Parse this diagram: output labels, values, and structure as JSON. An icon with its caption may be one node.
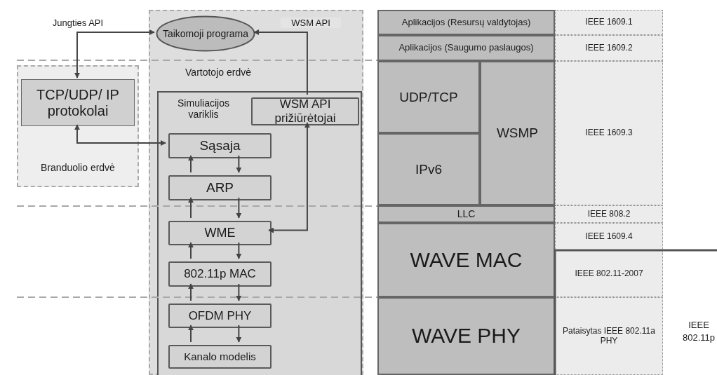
{
  "diagram": {
    "nodes": [
      {
        "text": [
          "Branduolio erdvė"
        ]
      },
      {
        "text": [
          "TCP/UDP/ IP protokolai"
        ],
        "in": 0
      },
      {
        "text": [
          "Vartotojo erdvė"
        ]
      },
      {
        "text": [
          "Taikomoji programa"
        ],
        "in": 2
      },
      {
        "text": [
          "Simuliacijos variklis"
        ],
        "in": 2
      },
      {
        "text": [
          "WSM API prižiūrėtojai"
        ],
        "in": 4
      },
      {
        "text": [
          "Sąsaja"
        ],
        "in": 4
      },
      {
        "text": [
          "ARP"
        ],
        "in": 4
      },
      {
        "text": [
          "WME"
        ],
        "in": 4
      },
      {
        "text": [
          "802.11p MAC"
        ],
        "in": 4
      },
      {
        "text": [
          "OFDM PHY"
        ],
        "in": 4
      },
      {
        "text": [
          "Kanalo modelis"
        ],
        "in": 4
      },
      {
        "text": [
          "Aplikacijos (Resursų valdytojas)"
        ]
      },
      {
        "text": [
          "IEEE 1609.1"
        ]
      },
      {
        "text": [
          "Aplikacijos (Saugumo paslaugos)"
        ]
      },
      {
        "text": [
          "IEEE 1609.2"
        ]
      },
      {
        "text": [
          "UDP/TCP"
        ]
      },
      {
        "text": [
          "IPv6"
        ]
      },
      {
        "text": [
          "WSMP"
        ]
      },
      {
        "text": [
          "IEEE 1609.3"
        ]
      },
      {
        "text": [
          "LLC"
        ]
      },
      {
        "text": [
          "IEEE 808.2"
        ]
      },
      {
        "text": [
          "WAVE MAC"
        ]
      },
      {
        "text": [
          "IEEE 1609.4"
        ]
      },
      {
        "text": [
          "IEEE 802.11-2007"
        ]
      },
      {
        "text": [
          "WAVE PHY"
        ]
      },
      {
        "text": [
          "Pataisytas IEEE 802.11a PHY"
        ]
      }
    ],
    "edges": [
      {
        "from": 1,
        "to": 3,
        "arrow": "both",
        "label": "Jungties API"
      },
      {
        "from": 5,
        "to": 3,
        "arrow": "to",
        "label": "WSM API"
      },
      {
        "from": 1,
        "to": 6,
        "arrow": "both"
      },
      {
        "from": 8,
        "to": 5,
        "arrow": "both"
      },
      {
        "from": 7,
        "to": 6,
        "arrow": "to"
      },
      {
        "from": 6,
        "to": 7,
        "arrow": "to"
      },
      {
        "from": 8,
        "to": 7,
        "arrow": "to"
      },
      {
        "from": 7,
        "to": 8,
        "arrow": "to"
      },
      {
        "from": 9,
        "to": 8,
        "arrow": "to"
      },
      {
        "from": 8,
        "to": 9,
        "arrow": "to"
      },
      {
        "from": 10,
        "to": 9,
        "arrow": "to"
      },
      {
        "from": 9,
        "to": 10,
        "arrow": "to"
      },
      {
        "from": 11,
        "to": 10,
        "arrow": "to"
      },
      {
        "from": 10,
        "to": 11,
        "arrow": "to"
      }
    ],
    "labels": [
      "IEEE 802.11p"
    ]
  }
}
